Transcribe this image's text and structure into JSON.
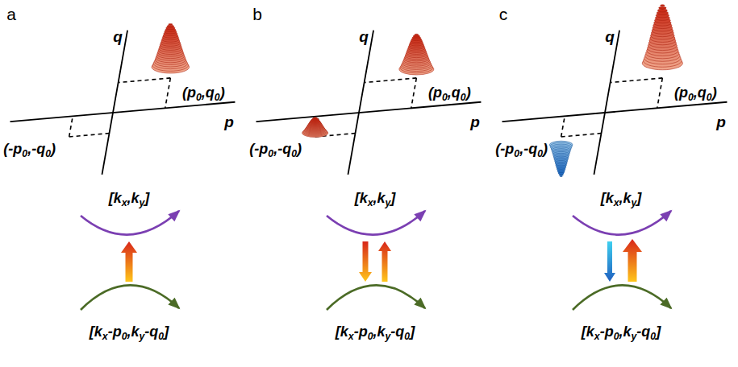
{
  "diagram": {
    "labels": [
      "a",
      "b",
      "c",
      "q",
      "p",
      "(p0,q0)",
      "(-p0,-q0)",
      "[kx,ky]",
      "[kx-p0,ky-q0]",
      "q",
      "p",
      "(p0,q0)",
      "(-p0,-q0)",
      "[kx,ky]",
      "[kx-p0,ky-q0]",
      "q",
      "p",
      "(p0,q0)",
      "(-p0,-q0)",
      "[kx,ky]",
      "[kx-p0,ky-q0]"
    ]
  }
}
